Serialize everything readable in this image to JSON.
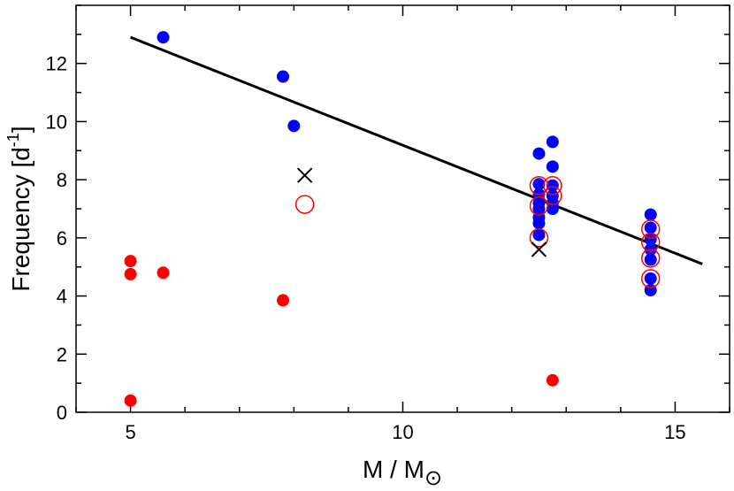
{
  "chart_data": {
    "type": "scatter",
    "xlabel_main": "M / M",
    "xlabel_symbol": "⊙",
    "ylabel_main": "Frequency [d",
    "ylabel_sup": "-1",
    "ylabel_end": "]",
    "xlim": [
      4.0,
      16.0
    ],
    "ylim": [
      0,
      14
    ],
    "xticks": [
      5,
      10,
      15
    ],
    "yticks": [
      0,
      2,
      4,
      6,
      8,
      10,
      12
    ],
    "fit_line": {
      "x": [
        5.0,
        15.5
      ],
      "y": [
        12.9,
        5.1
      ]
    },
    "series": [
      {
        "marker": "filled-circle",
        "color": "#0000ff",
        "points": [
          [
            5.6,
            12.9
          ],
          [
            7.8,
            11.55
          ],
          [
            8.0,
            9.85
          ],
          [
            12.5,
            8.9
          ],
          [
            12.5,
            7.85
          ],
          [
            12.5,
            7.5
          ],
          [
            12.5,
            7.2
          ],
          [
            12.5,
            7.0
          ],
          [
            12.5,
            6.7
          ],
          [
            12.5,
            6.5
          ],
          [
            12.5,
            6.1
          ],
          [
            12.75,
            9.3
          ],
          [
            12.75,
            8.45
          ],
          [
            12.75,
            7.8
          ],
          [
            12.75,
            7.45
          ],
          [
            12.75,
            7.2
          ],
          [
            12.75,
            7.0
          ],
          [
            14.55,
            6.8
          ],
          [
            14.55,
            6.35
          ],
          [
            14.55,
            5.95
          ],
          [
            14.55,
            5.6
          ],
          [
            14.55,
            5.25
          ],
          [
            14.55,
            4.6
          ],
          [
            14.55,
            4.2
          ]
        ]
      },
      {
        "marker": "filled-circle",
        "color": "#ff0000",
        "points": [
          [
            5.0,
            5.2
          ],
          [
            5.0,
            4.75
          ],
          [
            5.6,
            4.8
          ],
          [
            7.8,
            3.85
          ],
          [
            5.0,
            0.4
          ],
          [
            12.75,
            1.1
          ]
        ]
      },
      {
        "marker": "open-circle",
        "color": "#ff0000",
        "points": [
          [
            8.2,
            7.15
          ],
          [
            12.5,
            7.8
          ],
          [
            12.5,
            7.1
          ],
          [
            12.5,
            6.0
          ],
          [
            12.75,
            7.8
          ],
          [
            12.75,
            7.45
          ],
          [
            14.55,
            6.3
          ],
          [
            14.55,
            5.85
          ],
          [
            14.55,
            5.3
          ],
          [
            14.55,
            4.6
          ]
        ]
      },
      {
        "marker": "cross",
        "color": "#000000",
        "points": [
          [
            8.2,
            8.15
          ],
          [
            12.5,
            5.6
          ]
        ]
      }
    ]
  }
}
